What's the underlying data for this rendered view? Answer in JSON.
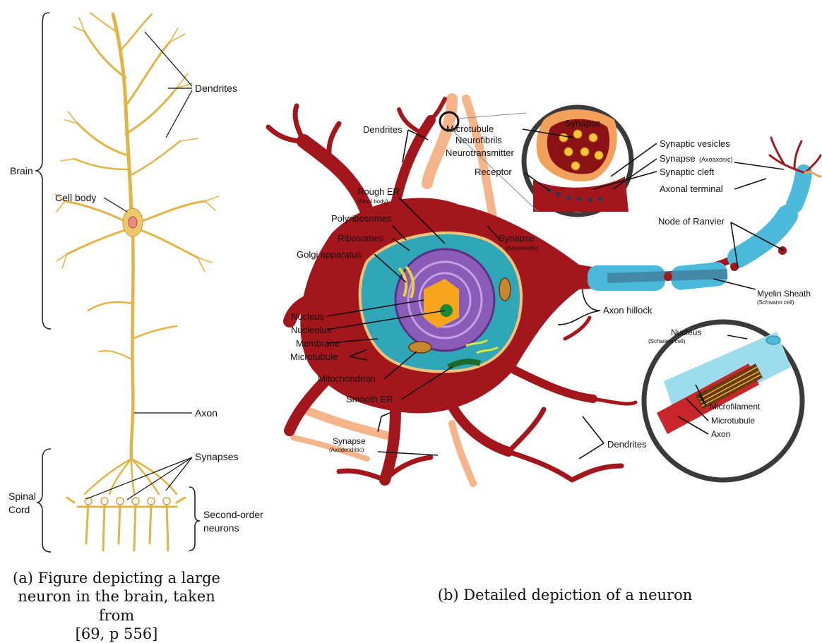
{
  "panel_a": {
    "labels": {
      "brain": "Brain",
      "dendrites": "Dendrites",
      "cell_body": "Cell body",
      "axon": "Axon",
      "synapses": "Synapses",
      "spinal": "Spinal",
      "cord": "Cord",
      "second_order_1": "Second-order",
      "second_order_2": "neurons"
    },
    "caption": [
      "(a) Figure depicting a large",
      "neuron in the brain, taken from",
      "[69, p 556]"
    ]
  },
  "panel_b": {
    "labels": {
      "dendrites_top": "Dendrites",
      "synapse_top": "Synapse",
      "microtubule_top": "Microtubule",
      "neurofibrils": "Neurofibrils",
      "neurotransmitter": "Neurotransmitter",
      "receptor": "Receptor",
      "synaptic_vesicles": "Synaptic vesicles",
      "synapse_axoaxonic": "Synapse",
      "synapse_axoaxonic_sub": "(Axoaxonic)",
      "synaptic_cleft": "Synaptic cleft",
      "axonal_terminal": "Axonal terminal",
      "rough_er": "Rough ER",
      "rough_er_sub": "(Nissl body)",
      "polyribosomes": "Polyribosomes",
      "ribosomes": "Ribosomes",
      "golgi": "Golgi apparatus",
      "synapse_axosomatic": "Synapse",
      "synapse_axosomatic_sub": "(Axosomatic)",
      "node_of_ranvier": "Node of Ranvier",
      "myelin_sheath": "Myelin Sheath",
      "myelin_sheath_sub": "(Schwann cell)",
      "nucleus": "Nucleus",
      "nucleolus": "Nucleolus",
      "membrane": "Membrane",
      "microtubule": "Microtubule",
      "axon_hillock": "Axon hillock",
      "nucleus_schwann": "Nucleus",
      "nucleus_schwann_sub": "(Schwann cell)",
      "mitochondrion": "Mitochondrion",
      "smooth_er": "Smooth ER",
      "microfilament": "Microfilament",
      "microtubule_inset": "Microtubule",
      "axon_inset": "Axon",
      "synapse_axodendritic": "Synapse",
      "synapse_axodendritic_sub": "(Axodendritic)",
      "dendrites_bottom": "Dendrites"
    },
    "caption": [
      "(b) Detailed depiction of a neuron"
    ]
  },
  "colors": {
    "dendrite_gold": "#e8b84a",
    "neuron_red": "#a3161c",
    "peach": "#f6b48a",
    "myelin_blue": "#4bb9d9",
    "nucleus_purple": "#7b4aa3",
    "cytoplasm_teal": "#2fa7b8"
  }
}
